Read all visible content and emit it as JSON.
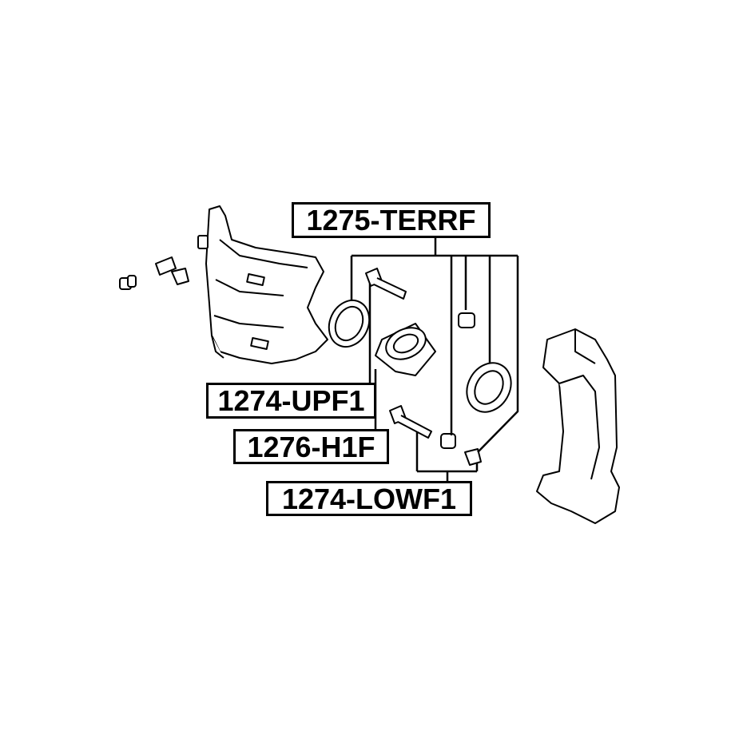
{
  "labels": {
    "caliper_repair_kit": "1275-TERRF",
    "upper_guide_pin": "1274-UPF1",
    "piston": "1276-H1F",
    "lower_guide_pin": "1274-LOWF1"
  },
  "colors": {
    "line": "#000000",
    "background": "#ffffff"
  }
}
